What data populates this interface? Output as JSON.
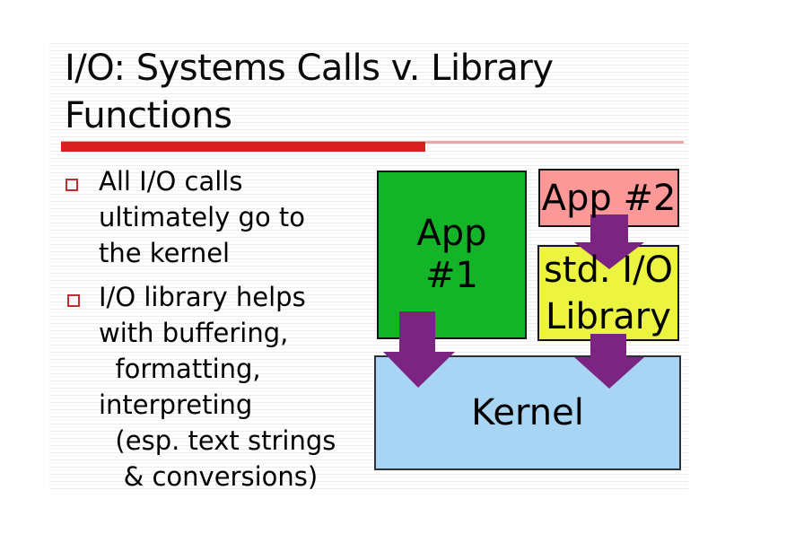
{
  "slide": {
    "title_lines": [
      "I/O: Systems Calls v. Library",
      "Functions"
    ],
    "bullets": [
      {
        "marker": "red-outline-square",
        "lines": [
          "All I/O calls",
          "ultimately go to",
          "the kernel"
        ]
      },
      {
        "marker": "red-outline-square",
        "lines": [
          "I/O library helps",
          "with buffering,",
          "  formatting,",
          "interpreting",
          "  (esp. text strings",
          "   & conversions)"
        ]
      }
    ]
  },
  "diagram": {
    "boxes": {
      "app1": {
        "label_lines": [
          "App",
          "#1"
        ],
        "fill": "#14b428"
      },
      "app2": {
        "label_lines": [
          "App #2"
        ],
        "fill": "#fc9897"
      },
      "stdio": {
        "label_lines": [
          "std. I/O",
          "Library"
        ],
        "fill": "#edf440"
      },
      "kernel": {
        "label_lines": [
          "Kernel"
        ],
        "fill": "#a9d5f5"
      }
    },
    "arrows": [
      {
        "name": "app1-to-kernel"
      },
      {
        "name": "app2-to-stdio-library"
      },
      {
        "name": "stdio-library-to-kernel"
      }
    ],
    "arrow_color": "#7b2482"
  },
  "colors": {
    "title_text": "#0a0a0a",
    "body_text": "#000000",
    "accent_bar": "#d81e1e",
    "accent_bar_thin": "#eca6a6",
    "bullet_marker": "#c42b2b"
  }
}
